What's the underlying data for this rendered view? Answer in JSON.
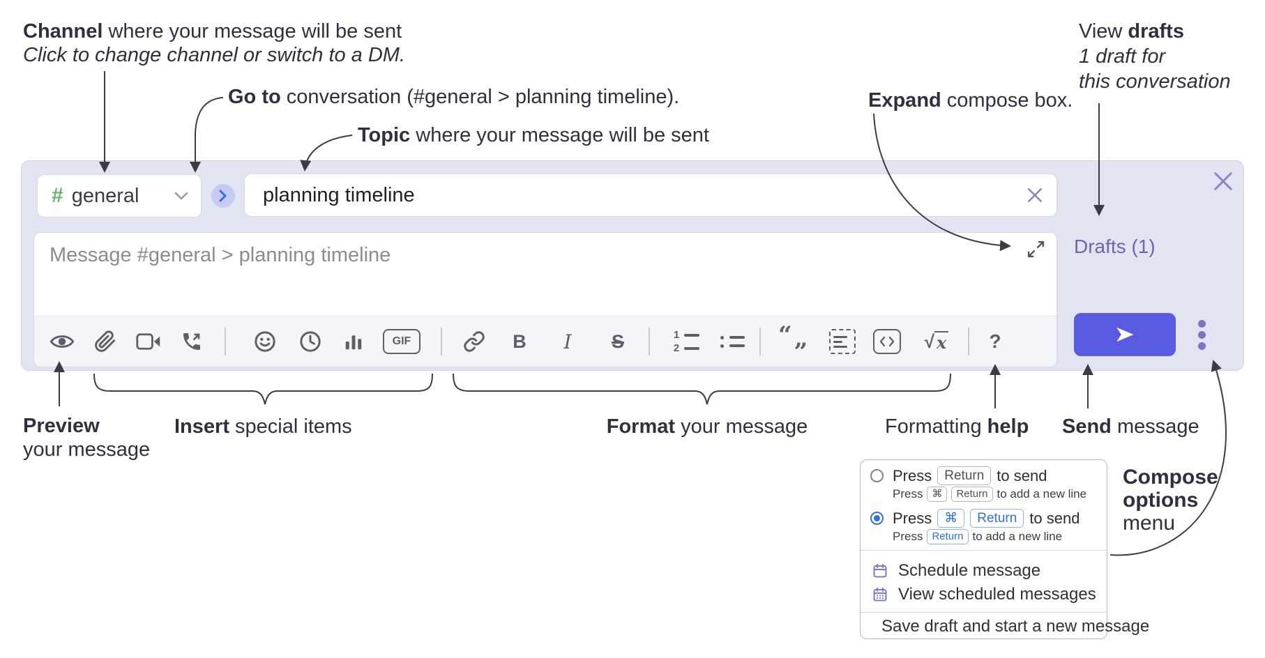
{
  "colors": {
    "compose_background": "#e3e4f2",
    "send_button": "#5a5be0",
    "drafts_link": "#6a68b0",
    "hash_green": "#62b862",
    "goto_chevron_blue": "#3a6ce8",
    "radio_selected_blue": "#2f72d8",
    "menu_icon_purple": "#7b79cf",
    "close_x_purple": "#8886c8",
    "annotation_ink": "#2e3040"
  },
  "callouts": {
    "channel": {
      "bold": "Channel",
      "rest": " where your message will be sent",
      "line2": "Click to change channel or switch to a DM."
    },
    "goto": {
      "bold": "Go to",
      "rest": " conversation (#general > planning timeline)."
    },
    "topic": {
      "bold": "Topic",
      "rest": " where your message will be sent"
    },
    "expand": {
      "bold": "Expand",
      "rest": " compose box."
    },
    "view_drafts": {
      "pre": "View ",
      "bold": "drafts",
      "line2": "1 draft for",
      "line3": "this conversation"
    },
    "preview": {
      "bold": "Preview",
      "line2": "your message"
    },
    "insert": {
      "bold": "Insert",
      "rest": " special items"
    },
    "format": {
      "bold": "Format",
      "rest": " your message"
    },
    "formatting_help": {
      "pre": "Formatting ",
      "bold": "help"
    },
    "send": {
      "bold": "Send",
      "rest": " message"
    },
    "compose_options": {
      "line1": "Compose",
      "line2": "options",
      "line3": "menu"
    }
  },
  "compose": {
    "channel": {
      "hash": "#",
      "name": "general"
    },
    "topic_value": "planning timeline",
    "message_placeholder": "Message #general > planning timeline",
    "drafts_link": "Drafts (1)"
  },
  "toolbar": {
    "icons": [
      "preview-eye",
      "attach-paperclip",
      "video-call-camera",
      "audio-call-phone",
      "emoji-smiley",
      "time-clock",
      "poll-bar-chart",
      "gif",
      "link",
      "bold",
      "italic",
      "strikethrough",
      "numbered-list",
      "bulleted-list",
      "quote",
      "spoiler",
      "code",
      "math",
      "help"
    ],
    "glyphs": {
      "bold": "B",
      "italic": "I",
      "strikethrough": "S",
      "gif": "GIF",
      "sqrt": "√",
      "sqrt_x": "x",
      "help": "?",
      "quote_open": "“",
      "quote_close": "”",
      "list_num_1": "1",
      "list_num_2": "2"
    }
  },
  "menu": {
    "press": "Press",
    "to_send": "to send",
    "to_add_new_line": "to add a new line",
    "key_return": "Return",
    "key_cmd": "⌘",
    "items": [
      {
        "label": "Schedule message"
      },
      {
        "label": "View scheduled messages"
      },
      {
        "label": "Save draft and start a new message"
      }
    ]
  }
}
